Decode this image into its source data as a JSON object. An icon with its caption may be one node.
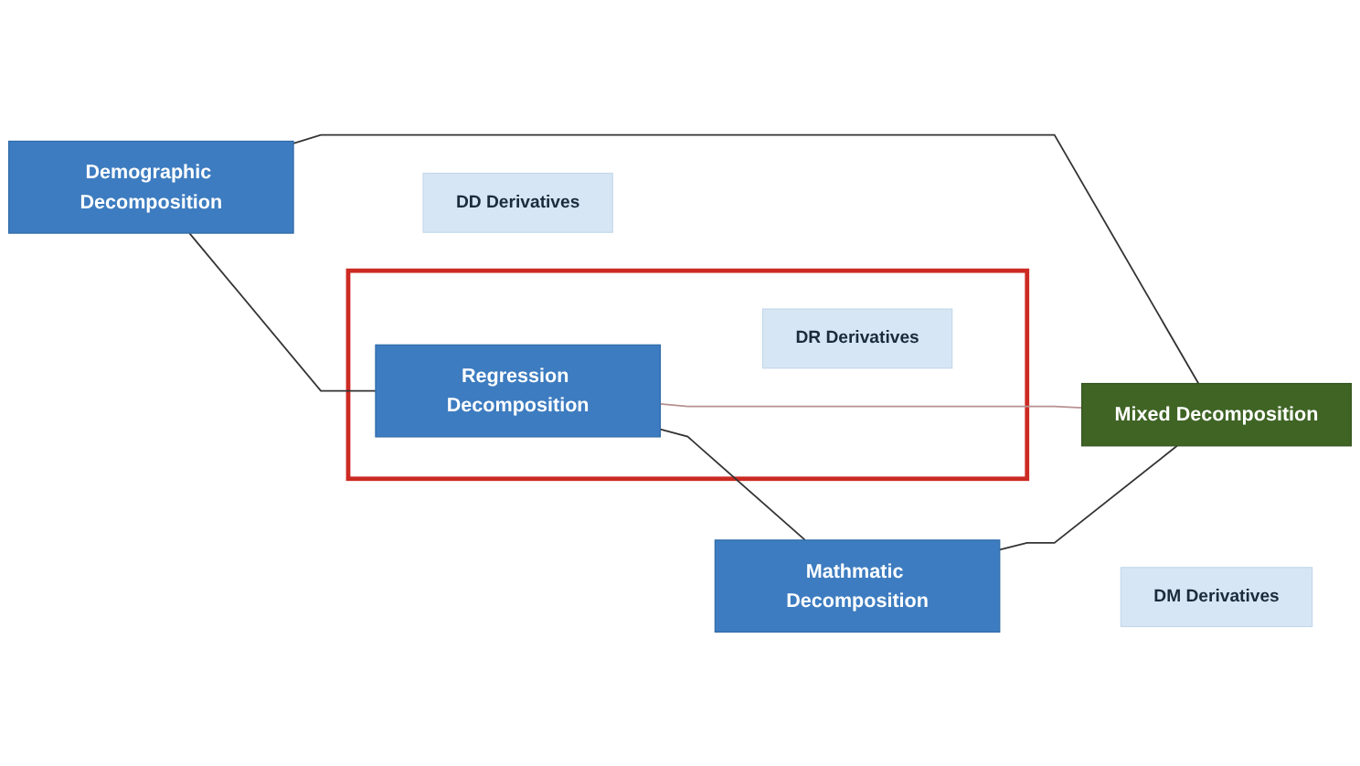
{
  "diagram": {
    "nodes": [
      {
        "text": [
          "Demographic Decomposition"
        ]
      },
      {
        "text": [
          "DD Derivatives"
        ]
      },
      {
        "text": [],
        "shape": "box"
      },
      {
        "text": [
          "Regression Decomposition"
        ],
        "in": 2
      },
      {
        "text": [
          "DR Derivatives"
        ],
        "in": 2
      },
      {
        "text": [
          "Mathmatic Decomposition"
        ]
      },
      {
        "text": [
          "DM Derivatives"
        ]
      },
      {
        "text": [
          "Mixed Decomposition"
        ]
      }
    ],
    "edges": [
      {
        "from": 0,
        "to": 3,
        "arrow": "none"
      },
      {
        "from": 3,
        "to": 5,
        "arrow": "none"
      },
      {
        "from": 0,
        "to": 7,
        "arrow": "none"
      },
      {
        "from": 3,
        "to": 7,
        "arrow": "none",
        "color": "#b89090"
      },
      {
        "from": 5,
        "to": 7,
        "arrow": "none"
      }
    ]
  }
}
